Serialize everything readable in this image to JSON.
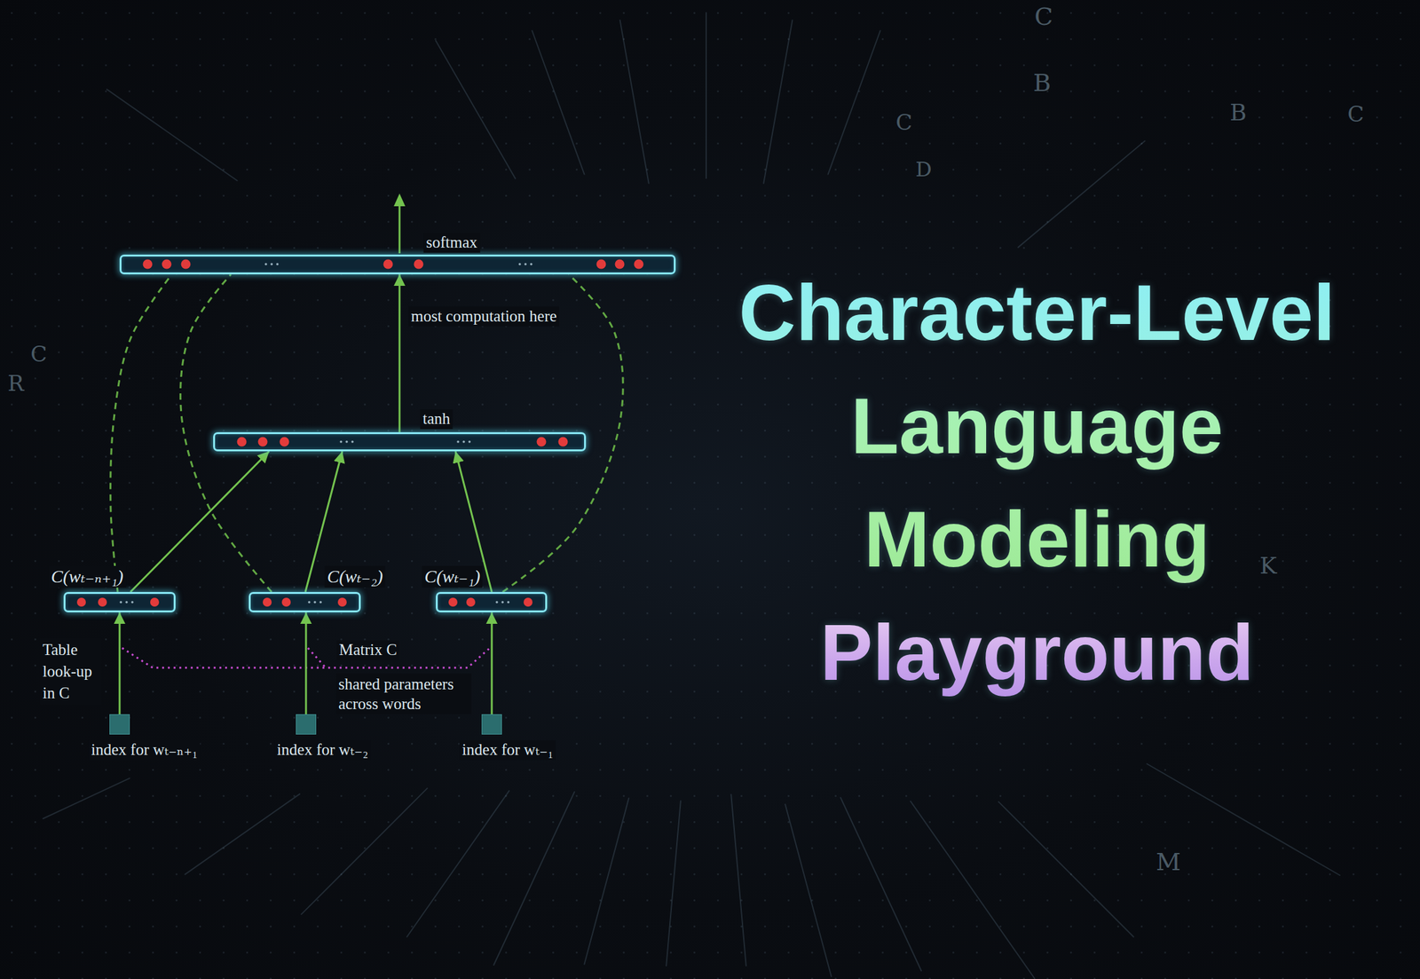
{
  "diagram": {
    "title": "Character-Level Language Modeling Playground",
    "nodes": [
      {
        "text": [
          "softmax"
        ]
      },
      {
        "text": [
          "tanh"
        ]
      },
      {
        "text": [
          "C(wₜ₋ₙ₊₁)"
        ]
      },
      {
        "text": [
          "C(wₜ₋₂)"
        ]
      },
      {
        "text": [
          "C(wₜ₋₁)"
        ]
      },
      {
        "text": [
          "index for wₜ₋ₙ₊₁"
        ]
      },
      {
        "text": [
          "index for wₜ₋₂"
        ]
      },
      {
        "text": [
          "index for wₜ₋₁"
        ]
      }
    ],
    "edges": [
      {
        "from": 1,
        "to": 0,
        "arrow": "to",
        "label": "most computation here"
      },
      {
        "from": 2,
        "to": 1,
        "arrow": "to"
      },
      {
        "from": 3,
        "to": 1,
        "arrow": "to"
      },
      {
        "from": 4,
        "to": 1,
        "arrow": "to"
      },
      {
        "from": 2,
        "to": 0,
        "arrow": "none"
      },
      {
        "from": 3,
        "to": 0,
        "arrow": "none"
      },
      {
        "from": 4,
        "to": 0,
        "arrow": "none"
      },
      {
        "from": 5,
        "to": 2,
        "arrow": "to"
      },
      {
        "from": 6,
        "to": 3,
        "arrow": "to"
      },
      {
        "from": 7,
        "to": 4,
        "arrow": "to"
      }
    ],
    "labels": [
      "Table look-up in C",
      "Matrix C",
      "shared parameters across words",
      "C",
      "B",
      "C",
      "D",
      "B",
      "C",
      "R",
      "C",
      "K",
      "M"
    ]
  }
}
